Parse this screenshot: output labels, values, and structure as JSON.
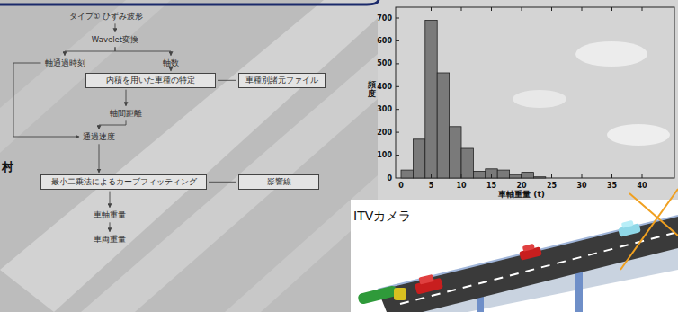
{
  "diagram": {
    "nodes": [
      {
        "text": [
          "タイプ① ひずみ波形"
        ]
      },
      {
        "text": [
          "Wavelet変換"
        ]
      },
      {
        "text": [
          "軸通過時刻"
        ]
      },
      {
        "text": [
          "軸数"
        ]
      },
      {
        "text": [
          "内積を用いた車種の特定"
        ]
      },
      {
        "text": [
          "車種別諸元ファイル"
        ]
      },
      {
        "text": [
          "軸間距離"
        ]
      },
      {
        "text": [
          "通過速度"
        ]
      },
      {
        "text": [
          "最小二乗法によるカーブフィッティング"
        ]
      },
      {
        "text": [
          "影響線"
        ]
      },
      {
        "text": [
          "車軸重量"
        ]
      },
      {
        "text": [
          "車両重量"
        ]
      }
    ],
    "edges": [
      {
        "from": 0,
        "to": 1,
        "arrow": "to"
      },
      {
        "from": 1,
        "to": 2,
        "arrow": "to"
      },
      {
        "from": 1,
        "to": 3,
        "arrow": "to"
      },
      {
        "from": 3,
        "to": 4,
        "arrow": "to"
      },
      {
        "from": 4,
        "to": 5,
        "arrow": "none"
      },
      {
        "from": 4,
        "to": 6,
        "arrow": "to"
      },
      {
        "from": 6,
        "to": 7,
        "arrow": "to"
      },
      {
        "from": 2,
        "to": 7,
        "arrow": "to"
      },
      {
        "from": 7,
        "to": 8,
        "arrow": "to"
      },
      {
        "from": 8,
        "to": 9,
        "arrow": "none"
      },
      {
        "from": 8,
        "to": 10,
        "arrow": "to"
      },
      {
        "from": 10,
        "to": 11,
        "arrow": "to"
      }
    ],
    "labels": [
      "村",
      "0",
      "100",
      "200",
      "300",
      "400",
      "500",
      "600",
      "700",
      "0",
      "5",
      "10",
      "15",
      "20",
      "25",
      "30",
      "35",
      "40",
      "頻度",
      "車軸重量 (t)",
      "ITVカメラ"
    ]
  }
}
